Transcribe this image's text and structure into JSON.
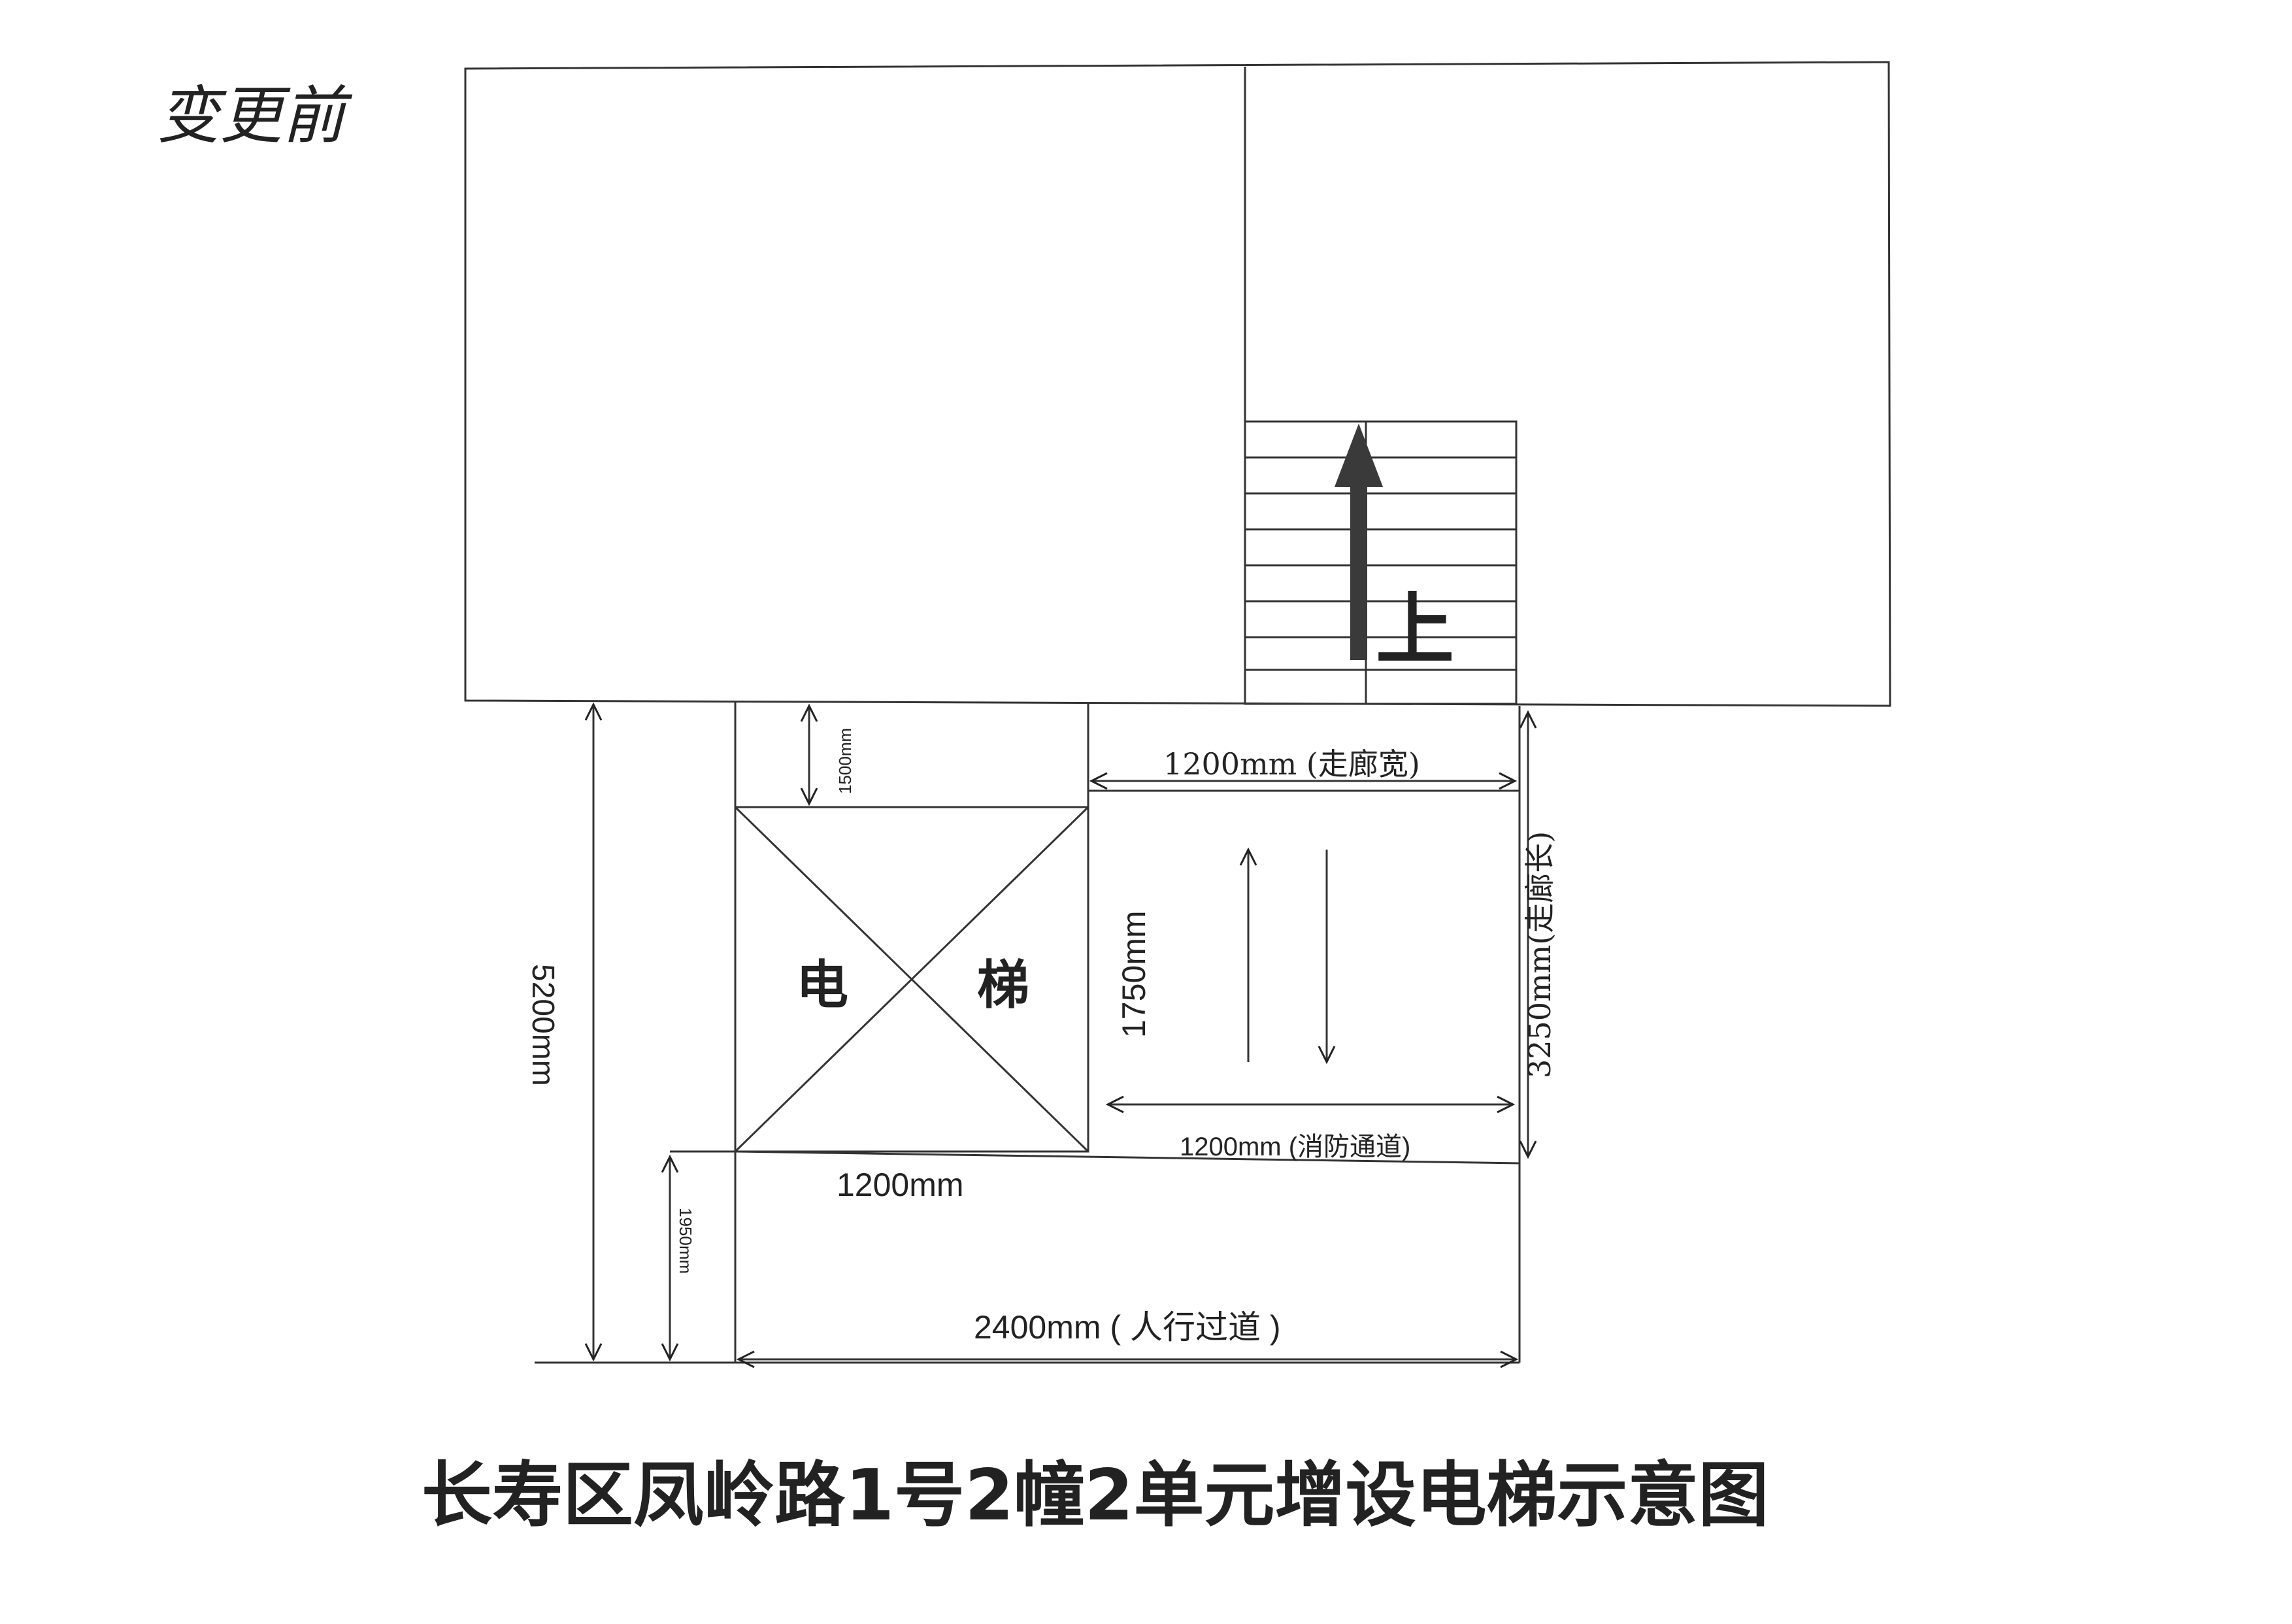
{
  "handwritten_note": "变更前",
  "labels": {
    "stair_up": "上",
    "elevator_char1": "电",
    "elevator_char2": "梯",
    "dim_total_height": "5200mm",
    "dim_top_gap": "1500mm",
    "dim_bottom_gap": "1950mm",
    "dim_elevator_height": "1750mm",
    "dim_elevator_width": "1200mm",
    "dim_corridor_width": "1200mm (走廊宽)",
    "dim_corridor_length": "3250mm(走廊长)",
    "dim_fire_passage": "1200mm (消防通道)",
    "dim_walkway": "2400mm ( 人行过道 )"
  },
  "title": "长寿区凤岭路1号2幢2单元增设电梯示意图"
}
